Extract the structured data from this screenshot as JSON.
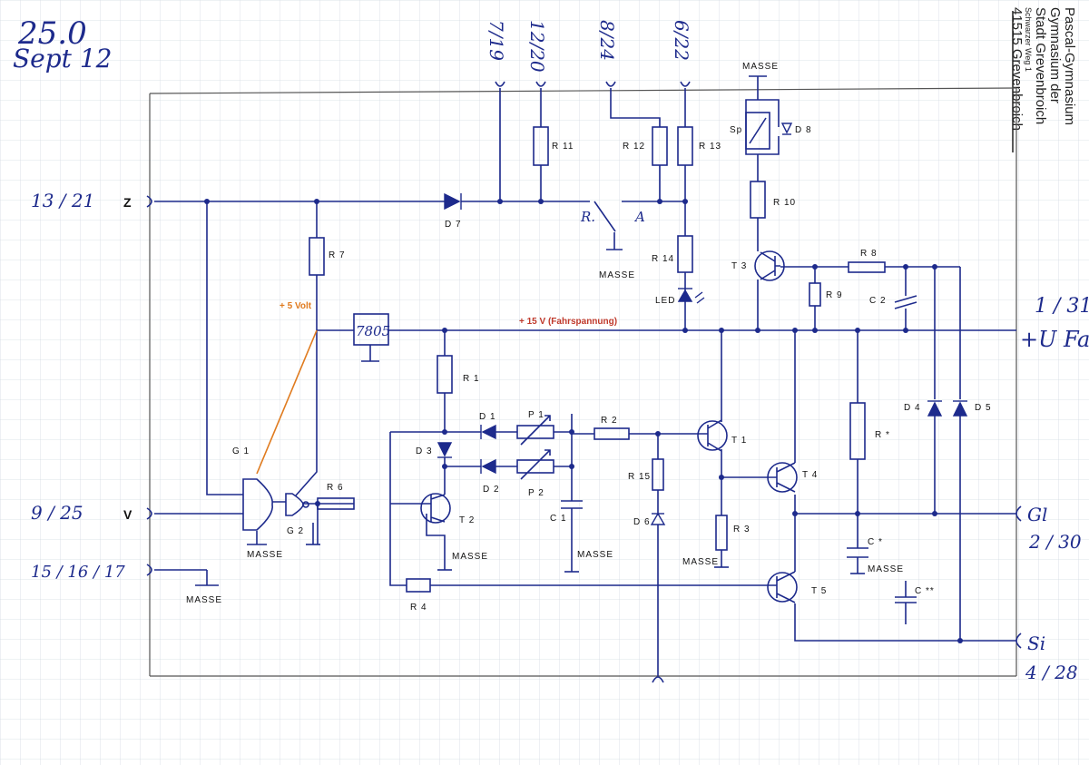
{
  "header": {
    "line1": "25.0",
    "line2": "Sept 12"
  },
  "stamp": {
    "line1": "Pascal-Gymnasium",
    "line2": "Gymnasium der",
    "line3": "Stadt Grevenbroich",
    "line4": "Schwarzer Weg 1",
    "line5": "41515 Grevenbroich"
  },
  "terminals": {
    "z_pins": "13 / 21",
    "z_label": "Z",
    "v_pins": "9 / 25",
    "v_label": "V",
    "gnd_pins": "15 / 16 / 17",
    "gnd_label": "MASSE",
    "ufa_pins": "1 / 31",
    "ufa_label": "+U Fa",
    "gl_label": "Gl",
    "gl_pins": "2 / 30",
    "si_label": "Si",
    "si_pins": "4 / 28",
    "top1": "7/19",
    "top2": "12/20",
    "top3": "8/24",
    "top4": "6/22"
  },
  "rails": {
    "plus5": "+ 5 Volt",
    "plus15": "+ 15 V (Fahrspannung)",
    "regulator": "7805"
  },
  "components": {
    "R1": "R 1",
    "R2": "R 2",
    "R3": "R 3",
    "R4": "R 4",
    "R6": "R 6",
    "R7": "R 7",
    "R8": "R 8",
    "R9": "R 9",
    "R10": "R 10",
    "R11": "R 11",
    "R12": "R 12",
    "R13": "R 13",
    "R14": "R 14",
    "R15": "R 15",
    "Rstar": "R *",
    "P1": "P 1",
    "P2": "P 2",
    "C1": "C 1",
    "C2": "C 2",
    "Cstar": "C *",
    "Cstar2": "C **",
    "D1": "D 1",
    "D2": "D 2",
    "D3": "D 3",
    "D4": "D 4",
    "D5": "D 5",
    "D6": "D 6",
    "D7": "D 7",
    "D8": "D 8",
    "T1": "T 1",
    "T2": "T 2",
    "T3": "T 3",
    "T4": "T 4",
    "T5": "T 5",
    "G1": "G 1",
    "G2": "G 2",
    "LED": "LED",
    "Sp": "Sp",
    "R_switch": "R.",
    "A_switch": "A"
  },
  "masse": {
    "m_top": "MASSE",
    "m_switch": "MASSE",
    "m_g": "MASSE",
    "m_t2": "MASSE",
    "m_c1": "MASSE",
    "m_r3": "MASSE",
    "m_cstar": "MASSE"
  },
  "colors": {
    "ink": "#1d2a8c",
    "grid": "#c9d3dc",
    "wire": "#1d2a8c",
    "orange": "#e07b1f",
    "red": "#c0392b"
  }
}
